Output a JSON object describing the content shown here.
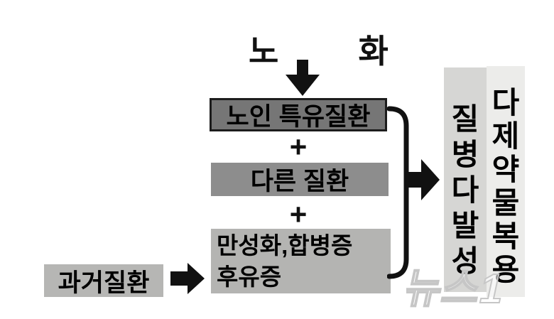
{
  "title": "노    화",
  "flow": {
    "box1_label": "노인 특유질환",
    "plus1": "+",
    "box2_label": "다른 질환",
    "plus2": "+",
    "box3_line1": "만성화,합병증",
    "box3_line2": "후유증",
    "past_box_label": "과거질환"
  },
  "outcomes": {
    "bar1_label": "질병다발성",
    "bar2_label": "다제약물복용"
  },
  "watermark": "뉴스1",
  "colors": {
    "box1_bg": "#767676",
    "box1_border": "#1c1c1c",
    "box2_bg": "#8d8d8d",
    "box3_bg": "#b4b4b2",
    "past_bg": "#b6b6b4",
    "bar1_bg": "#d6d6d4",
    "bar2_bg": "#ececea",
    "arrow": "#111111",
    "watermark": "#c6c6c6"
  }
}
